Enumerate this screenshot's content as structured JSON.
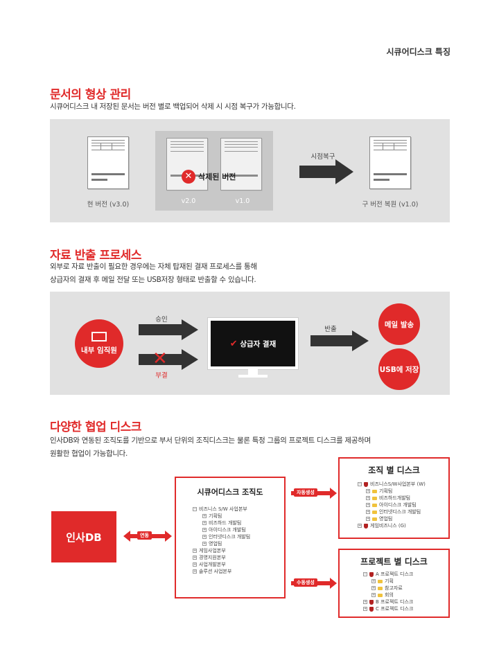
{
  "header": {
    "page_label": "시큐어디스크 특징"
  },
  "section1": {
    "title": "문서의 형상 관리",
    "desc": "시큐어디스크 내 저장된 문서는 버전 별로 백업되어 삭제 시 시점 복구가 가능합니다.",
    "current_version": "현 버전 (v3.0)",
    "deleted_label": "삭제된 버전",
    "v2": "v2.0",
    "v1": "v1.0",
    "restore_label": "시점복구",
    "old_version": "구 버전 복원 (v1.0)"
  },
  "section2": {
    "title": "자료 반출 프로세스",
    "desc_line1": "외부로 자료 반출이 필요한 경우에는 자체 탑재된 결재 프로세스를 통해",
    "desc_line2": "상급자의 결재 후 메일 전달 또는 USB저장 형태로 반출할 수 있습니다.",
    "employee": "내부 임직원",
    "approve": "승인",
    "reject": "부결",
    "approval_screen": "상급자 결재",
    "export": "반출",
    "mail": "메일 발송",
    "usb": "USB에 저장"
  },
  "section3": {
    "title": "다양한 협업 디스크",
    "desc_line1": "인사DB와 연동된 조직도를 기반으로 부서 단위의 조직디스크는 물론 특정 그룹의 프로젝트 디스크를 제공하며",
    "desc_line2": "원활한 협업이 가능합니다.",
    "hr_db": "인사DB",
    "link": "연동",
    "org_chart_title": "시큐어디스크 조직도",
    "org_items": [
      "비즈니스 S/W 사업본부",
      "기획팀",
      "비즈하드 개발팀",
      "아이디스크 개발팀",
      "인터넷디스크 개발팀",
      "영업팀",
      "게임사업본부",
      "경영지원본부",
      "사업개발본부",
      "솔루션 사업본부"
    ],
    "auto_create": "자동생성",
    "manual_create": "수동생성",
    "org_disk_title": "조직 별 디스크",
    "org_disk_items": [
      "비즈니스S/W사업본부 (W)",
      "기획팀",
      "비즈하드개발팀",
      "아이디스크 개발팀",
      "인터넷디스크 개발팀",
      "영업팀",
      "게임비즈니스 (G)"
    ],
    "project_disk_title": "프로젝트 별 디스크",
    "project_disk_items": [
      "A 프로젝트 디스크",
      "기획",
      "참고자료",
      "회의",
      "B 프로젝트 디스크",
      "C 프로젝트 디스크"
    ]
  }
}
